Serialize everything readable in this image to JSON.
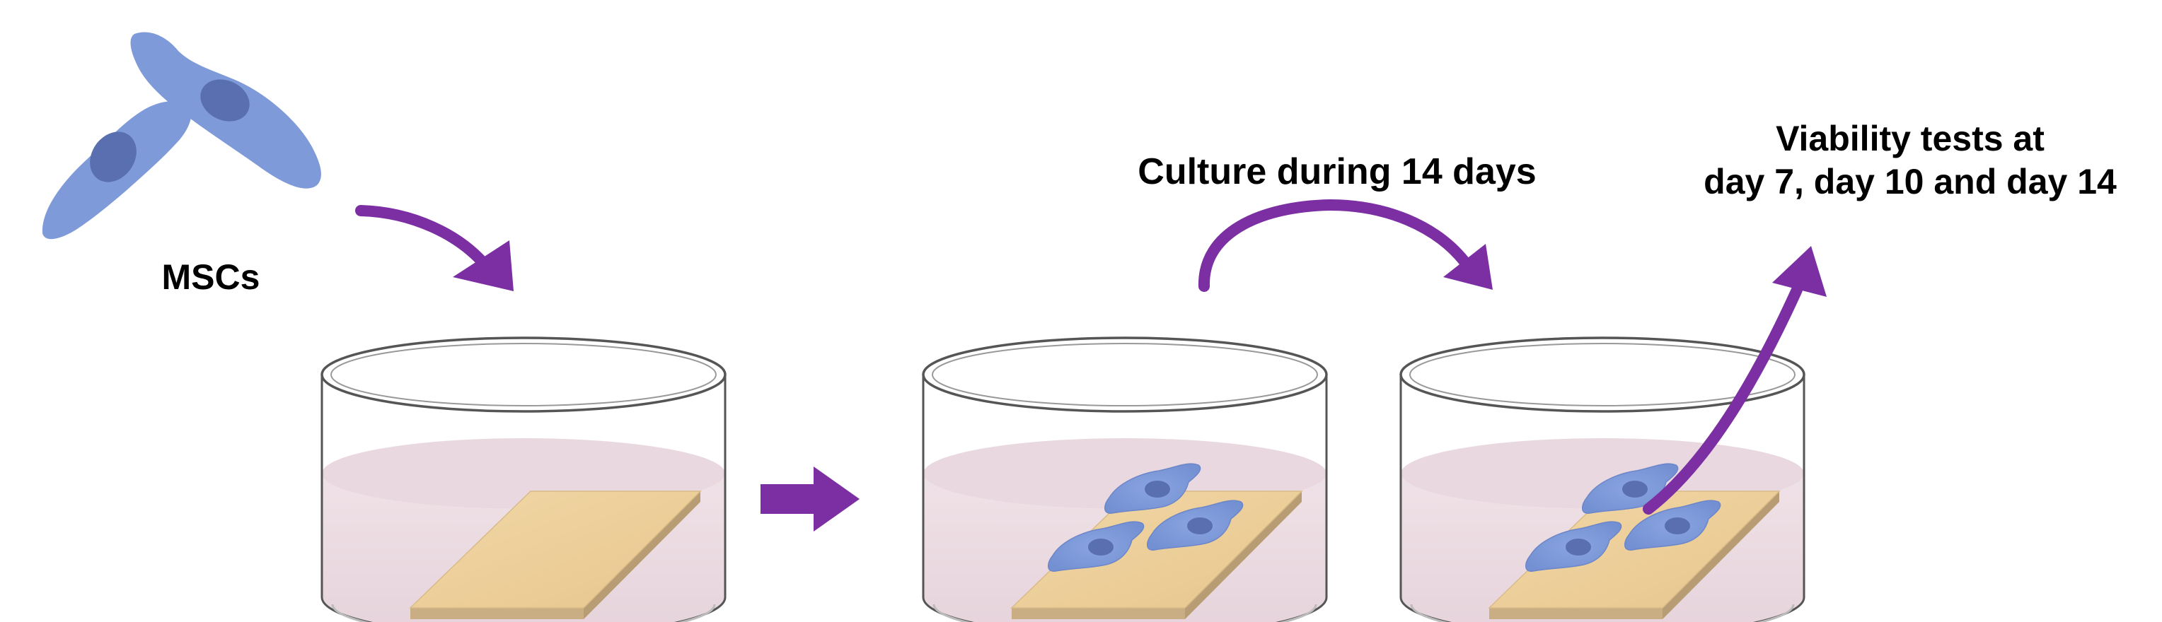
{
  "labels": {
    "cells": "MSCs",
    "culture": "Culture during 14 days",
    "viability_line1": "Viability tests at",
    "viability_line2": "day 7, day 10 and day 14"
  },
  "colors": {
    "arrow": "#7b2fa3",
    "cell_body": "#7f9ad9",
    "cell_nucleus": "#5a6fb0",
    "medium": "#ecdde3",
    "scaffold": "#eecf9c",
    "scaffold_edge": "#c8ad83",
    "dish_outline": "#555555"
  },
  "steps": [
    {
      "id": "dish-empty-scaffold",
      "cells_on_scaffold": 0
    },
    {
      "id": "dish-seeded-scaffold",
      "cells_on_scaffold": 3
    },
    {
      "id": "dish-cultured-scaffold",
      "cells_on_scaffold": 3
    }
  ]
}
